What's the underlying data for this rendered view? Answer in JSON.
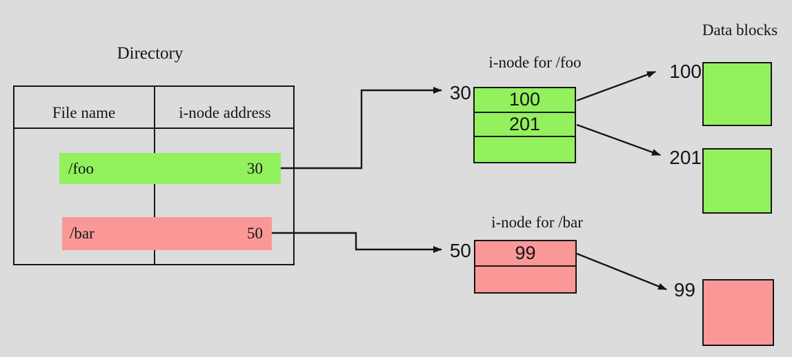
{
  "directory": {
    "title": "Directory",
    "table": {
      "headers": [
        "File name",
        "i-node address"
      ],
      "rows": [
        {
          "file_name": "/foo",
          "inode_address": "30",
          "highlight_color": "#92f15c"
        },
        {
          "file_name": "/bar",
          "inode_address": "50",
          "highlight_color": "#fa9898"
        }
      ]
    }
  },
  "inode_foo": {
    "title": "i-node for /foo",
    "address_label": "30",
    "entries": [
      "100",
      "201",
      ""
    ]
  },
  "inode_bar": {
    "title": "i-node for /bar",
    "address_label": "50",
    "entries": [
      "99",
      ""
    ]
  },
  "data_blocks": {
    "title": "Data blocks",
    "blocks": [
      {
        "label": "100",
        "color": "#92f15c"
      },
      {
        "label": "201",
        "color": "#92f15c"
      },
      {
        "label": "99",
        "color": "#fa9898"
      }
    ]
  },
  "colors": {
    "background": "#dcdcdc",
    "green": "#92f15c",
    "pink": "#fa9898",
    "line": "#151515"
  }
}
